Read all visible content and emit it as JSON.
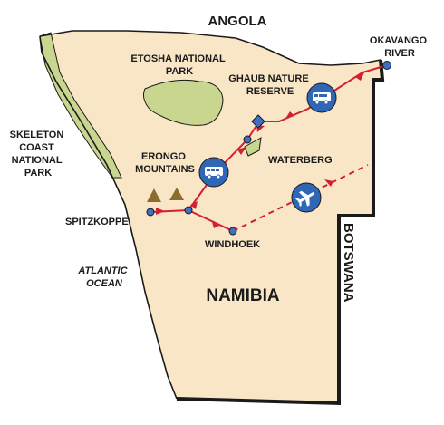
{
  "countries": {
    "angola": "ANGOLA",
    "botswana": "BOTSWANA",
    "namibia": "NAMIBIA"
  },
  "ocean": [
    "ATLANTIC",
    "OCEAN"
  ],
  "parks": {
    "etosha": [
      "ETOSHA NATIONAL",
      "PARK"
    ],
    "skeleton": [
      "SKELETON",
      "COAST",
      "NATIONAL",
      "PARK"
    ]
  },
  "places": {
    "okavango": [
      "OKAVANGO",
      "RIVER"
    ],
    "ghaub": [
      "GHAUB NATURE",
      "RESERVE"
    ],
    "waterberg": "WATERBERG",
    "erongo": [
      "ERONGO",
      "MOUNTAINS"
    ],
    "spitzkoppe": "SPITZKOPPE",
    "windhoek": "WINDHOEK"
  },
  "icons": {
    "transport_car": "minibus-icon",
    "transport_flight": "airplane-icon",
    "mountain": "mountain-icon"
  },
  "colors": {
    "land": "#f8e6c6",
    "park": "#c8d68f",
    "route": "#d4202e",
    "marker": "#3f6fc0",
    "icon_bg": "#2f66b5",
    "border": "#1a1a1a",
    "mountain": "#8a6d2f"
  }
}
